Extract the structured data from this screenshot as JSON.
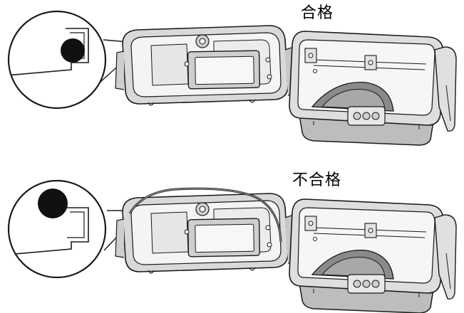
{
  "labels": {
    "ok": "合格",
    "ng": "不合格"
  },
  "colors": {
    "line": "#1a1a1a",
    "case_light": "#f2f2f2",
    "case_mid": "#d9d9d9",
    "case_dark": "#9a9a9a",
    "seal": "#111111",
    "lens": "#8a8a8a"
  },
  "panels": [
    {
      "name": "panel-ok",
      "result": "ok",
      "seal_state": "seated"
    },
    {
      "name": "panel-ng",
      "result": "ng",
      "seal_state": "protruding"
    }
  ]
}
